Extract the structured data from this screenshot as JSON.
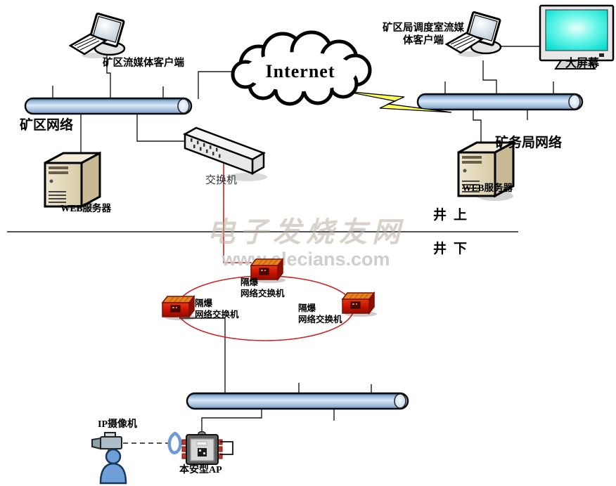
{
  "colors": {
    "line": "#1a1a1a",
    "red": "#cc2222",
    "yellow": "#ffff55",
    "pipe": "#a9c6e8",
    "cyan": "#2ee8da",
    "devred": "#d41900",
    "beige": "#e6dcc0",
    "wm": "#b9ada0"
  },
  "internet": {
    "label": "Internet"
  },
  "watermark": {
    "brand": "电子发烧友网",
    "url": "www.elecians.com"
  },
  "surface": {
    "mine_client_label": "矿区流媒体客户端",
    "mine_network_label": "矿区网络",
    "mine_web_server_label": "WEB服务器",
    "switch_label": "交换机",
    "dispatch_client_label": "矿区局调度室流媒\n体客户端",
    "big_screen_label": "大屏幕",
    "bureau_network_label": "矿务局网络",
    "bureau_web_server_label": "WEB服务器"
  },
  "boundary": {
    "above_label": "井上",
    "below_label": "井下"
  },
  "underground": {
    "ring_switches": [
      {
        "label": "隔爆\n网络交换机"
      },
      {
        "label": "隔爆\n网络交换机"
      },
      {
        "label": "隔爆\n网络交换机"
      }
    ],
    "camera_label": "IP摄像机",
    "ap_label": "本安型AP"
  }
}
